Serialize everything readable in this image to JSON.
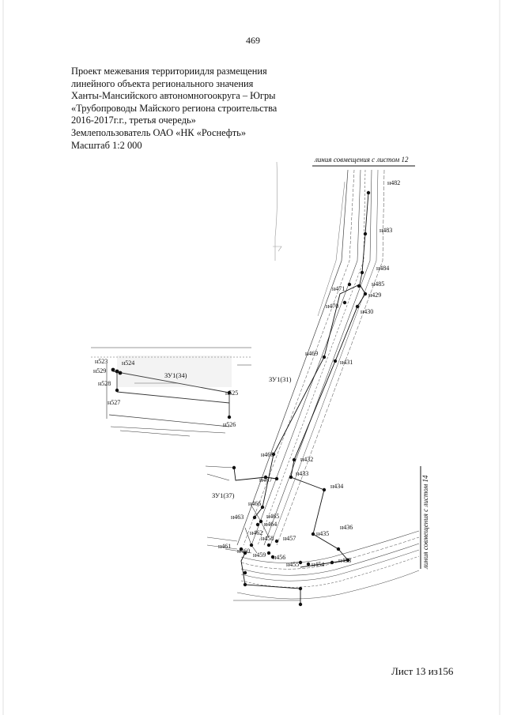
{
  "page_number": "469",
  "title_lines": [
    "Проект межевания территориидля размещения",
    "линейного объекта регионального значения",
    "Ханты-Мансийского автономногоокруга – Югры",
    "«Трубопроводы Майского региона строительства",
    "2016-2017г.г., третья очередь»",
    "Землепользователь ОАО «НК «Роснефть»",
    "Масштаб 1:2 000"
  ],
  "map": {
    "match_line_top": "линия совмещения с листом 12",
    "match_line_right": "линия совмещения с листом 14",
    "parcels": [
      "ЗУ1(34)",
      "ЗУ1(31)",
      "ЗУ1(37)"
    ],
    "points": [
      "н482",
      "н483",
      "н484",
      "н485",
      "н429",
      "н471",
      "н470",
      "н430",
      "н469",
      "н431",
      "н523",
      "н524",
      "н529",
      "н528",
      "н525",
      "н527",
      "н526",
      "н468",
      "н432",
      "н467",
      "н433",
      "н434",
      "н466",
      "н465",
      "н463",
      "н464",
      "н462",
      "н436",
      "н435",
      "н458",
      "н457",
      "н461",
      "н460",
      "н459",
      "н456",
      "н455",
      "н454",
      "н453"
    ]
  },
  "sheet_number": "Лист 13 из156"
}
